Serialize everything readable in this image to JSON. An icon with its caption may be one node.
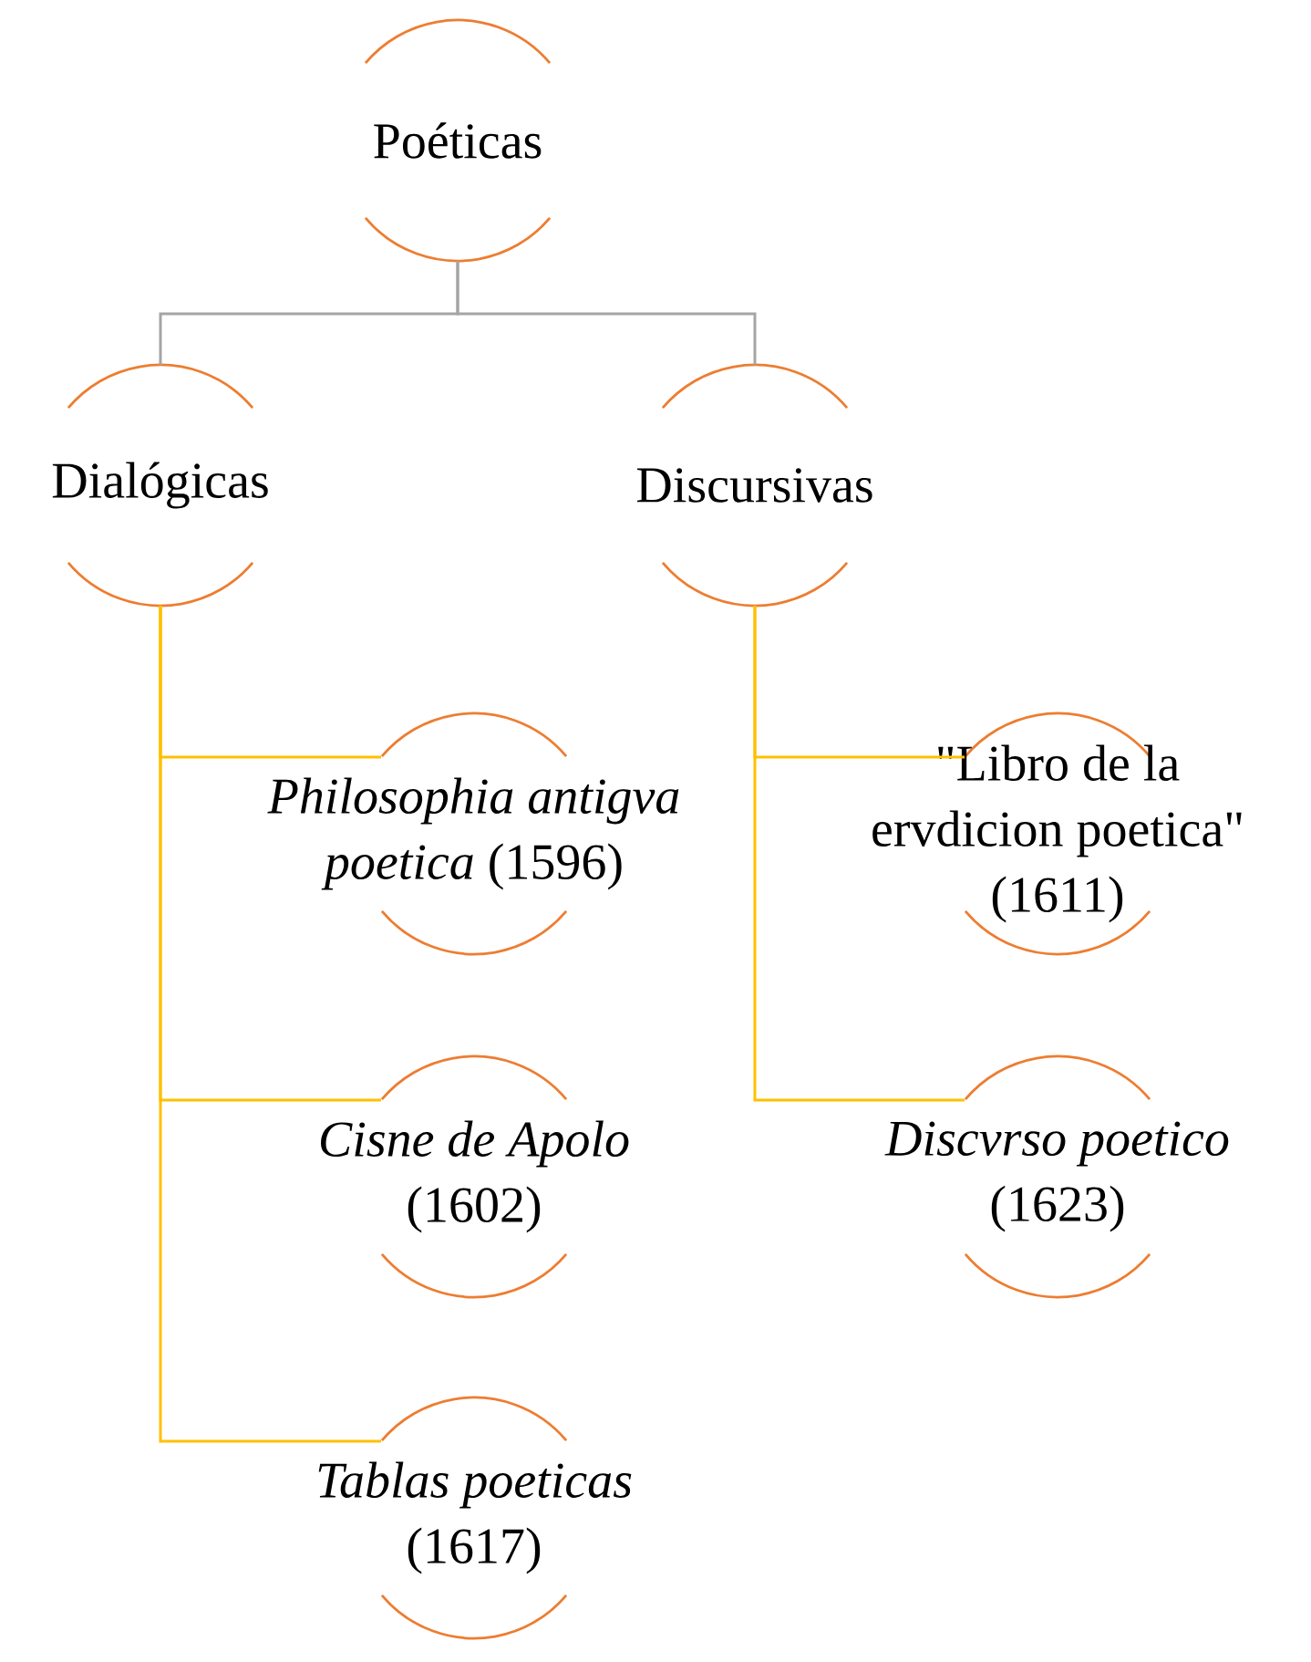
{
  "diagram": {
    "nodes": [
      {
        "text": [
          "Poéticas"
        ]
      },
      {
        "text": [
          "Dialógicas"
        ]
      },
      {
        "text": [
          "Discursivas"
        ]
      },
      {
        "text": [
          "*Philosophia antigva poetica* (1596)"
        ]
      },
      {
        "text": [
          "*Cisne de Apolo* (1602)"
        ]
      },
      {
        "text": [
          "*Tablas poeticas* (1617)"
        ]
      },
      {
        "text": [
          "\"Libro de la ervdicion poetica\" (1611)"
        ]
      },
      {
        "text": [
          "*Discvrso poetico* (1623)"
        ]
      }
    ],
    "edges": [
      {
        "from": 0,
        "to": 1,
        "arrow": "none",
        "color": "#a5a5a5"
      },
      {
        "from": 0,
        "to": 2,
        "arrow": "none",
        "color": "#a5a5a5"
      },
      {
        "from": 1,
        "to": 3,
        "arrow": "none"
      },
      {
        "from": 1,
        "to": 4,
        "arrow": "none"
      },
      {
        "from": 1,
        "to": 5,
        "arrow": "none"
      },
      {
        "from": 2,
        "to": 6,
        "arrow": "none"
      },
      {
        "from": 2,
        "to": 7,
        "arrow": "none"
      }
    ]
  }
}
